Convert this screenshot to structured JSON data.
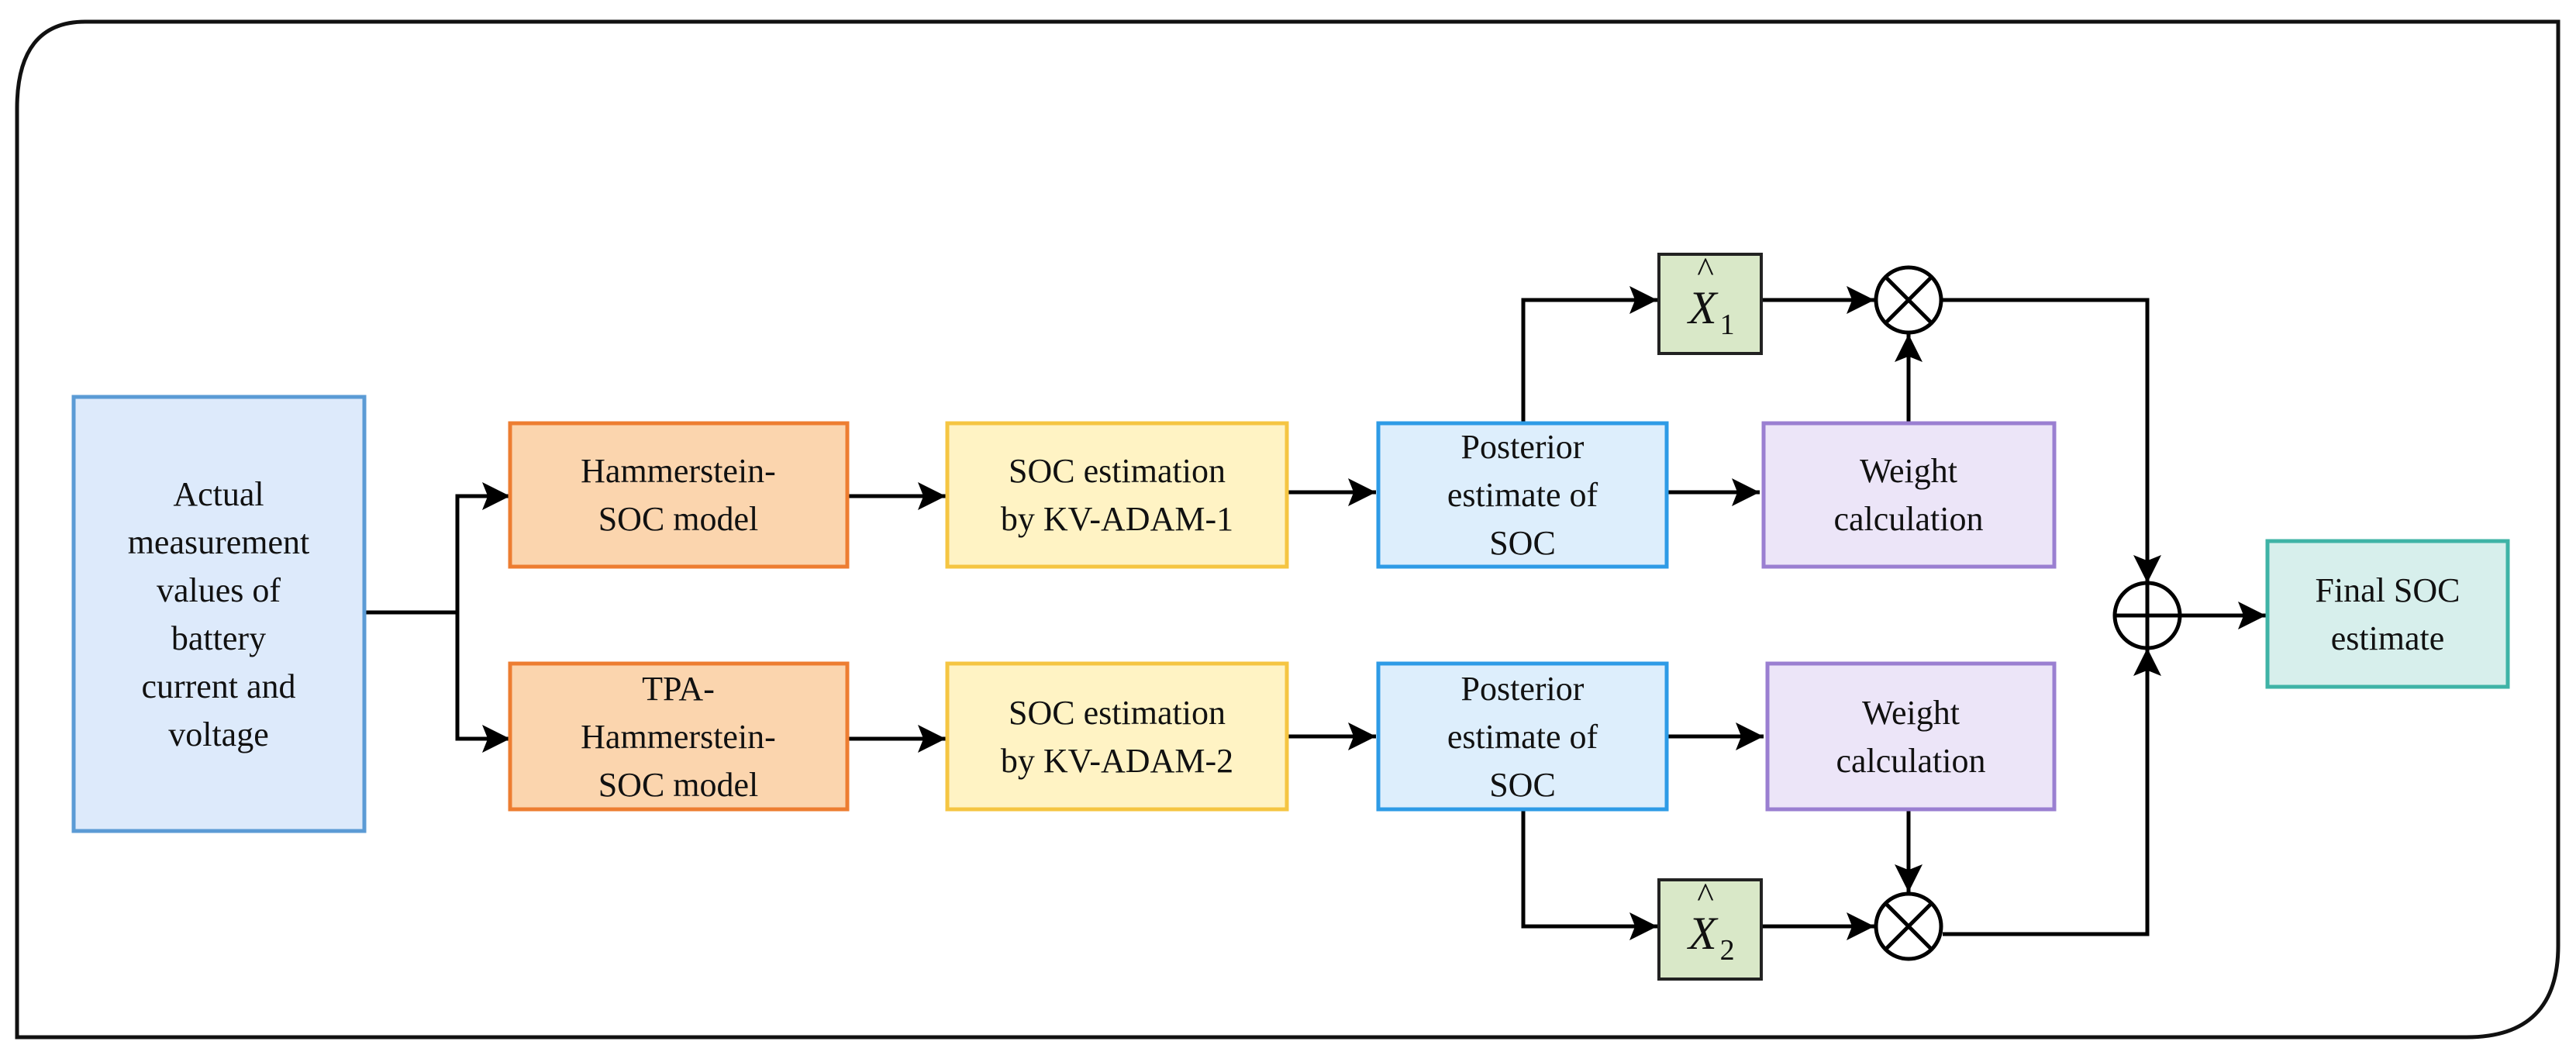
{
  "nodes": {
    "input": {
      "lines": [
        "Actual",
        "measurement",
        "values of",
        "battery",
        "current and",
        "voltage"
      ],
      "fill": "#ddeafb",
      "stroke": "#5b9bd5"
    },
    "model1": {
      "lines": [
        "Hammerstein-",
        "SOC model"
      ],
      "fill": "#fbd5ae",
      "stroke": "#ed7d31"
    },
    "model2": {
      "lines": [
        "TPA-",
        "Hammerstein-",
        "SOC model"
      ],
      "fill": "#fbd5ae",
      "stroke": "#ed7d31"
    },
    "est1": {
      "lines": [
        "SOC estimation",
        "by KV-ADAM-1"
      ],
      "fill": "#fff3c4",
      "stroke": "#f5c542"
    },
    "est2": {
      "lines": [
        "SOC estimation",
        "by KV-ADAM-2"
      ],
      "fill": "#fff3c4",
      "stroke": "#f5c542"
    },
    "post1": {
      "lines": [
        "Posterior",
        "estimate of",
        "SOC"
      ],
      "fill": "#ddeefc",
      "stroke": "#2e9be6"
    },
    "post2": {
      "lines": [
        "Posterior",
        "estimate of",
        "SOC"
      ],
      "fill": "#ddeefc",
      "stroke": "#2e9be6"
    },
    "weight1": {
      "lines": [
        "Weight",
        "calculation"
      ],
      "fill": "#ece5f8",
      "stroke": "#9a7fd1"
    },
    "weight2": {
      "lines": [
        "Weight",
        "calculation"
      ],
      "fill": "#ece5f8",
      "stroke": "#9a7fd1"
    },
    "x1": {
      "symbol": "X",
      "subscript": "1",
      "fill": "#d9e8c8",
      "stroke": "#222222"
    },
    "x2": {
      "symbol": "X",
      "subscript": "2",
      "fill": "#d9e8c8",
      "stroke": "#222222"
    },
    "final": {
      "lines": [
        "Final SOC",
        "estimate"
      ],
      "fill": "#d7efec",
      "stroke": "#3fb3a6"
    }
  },
  "operators": {
    "mult1": "multiply",
    "mult2": "multiply",
    "sum": "add"
  },
  "frame_color": "#111111"
}
